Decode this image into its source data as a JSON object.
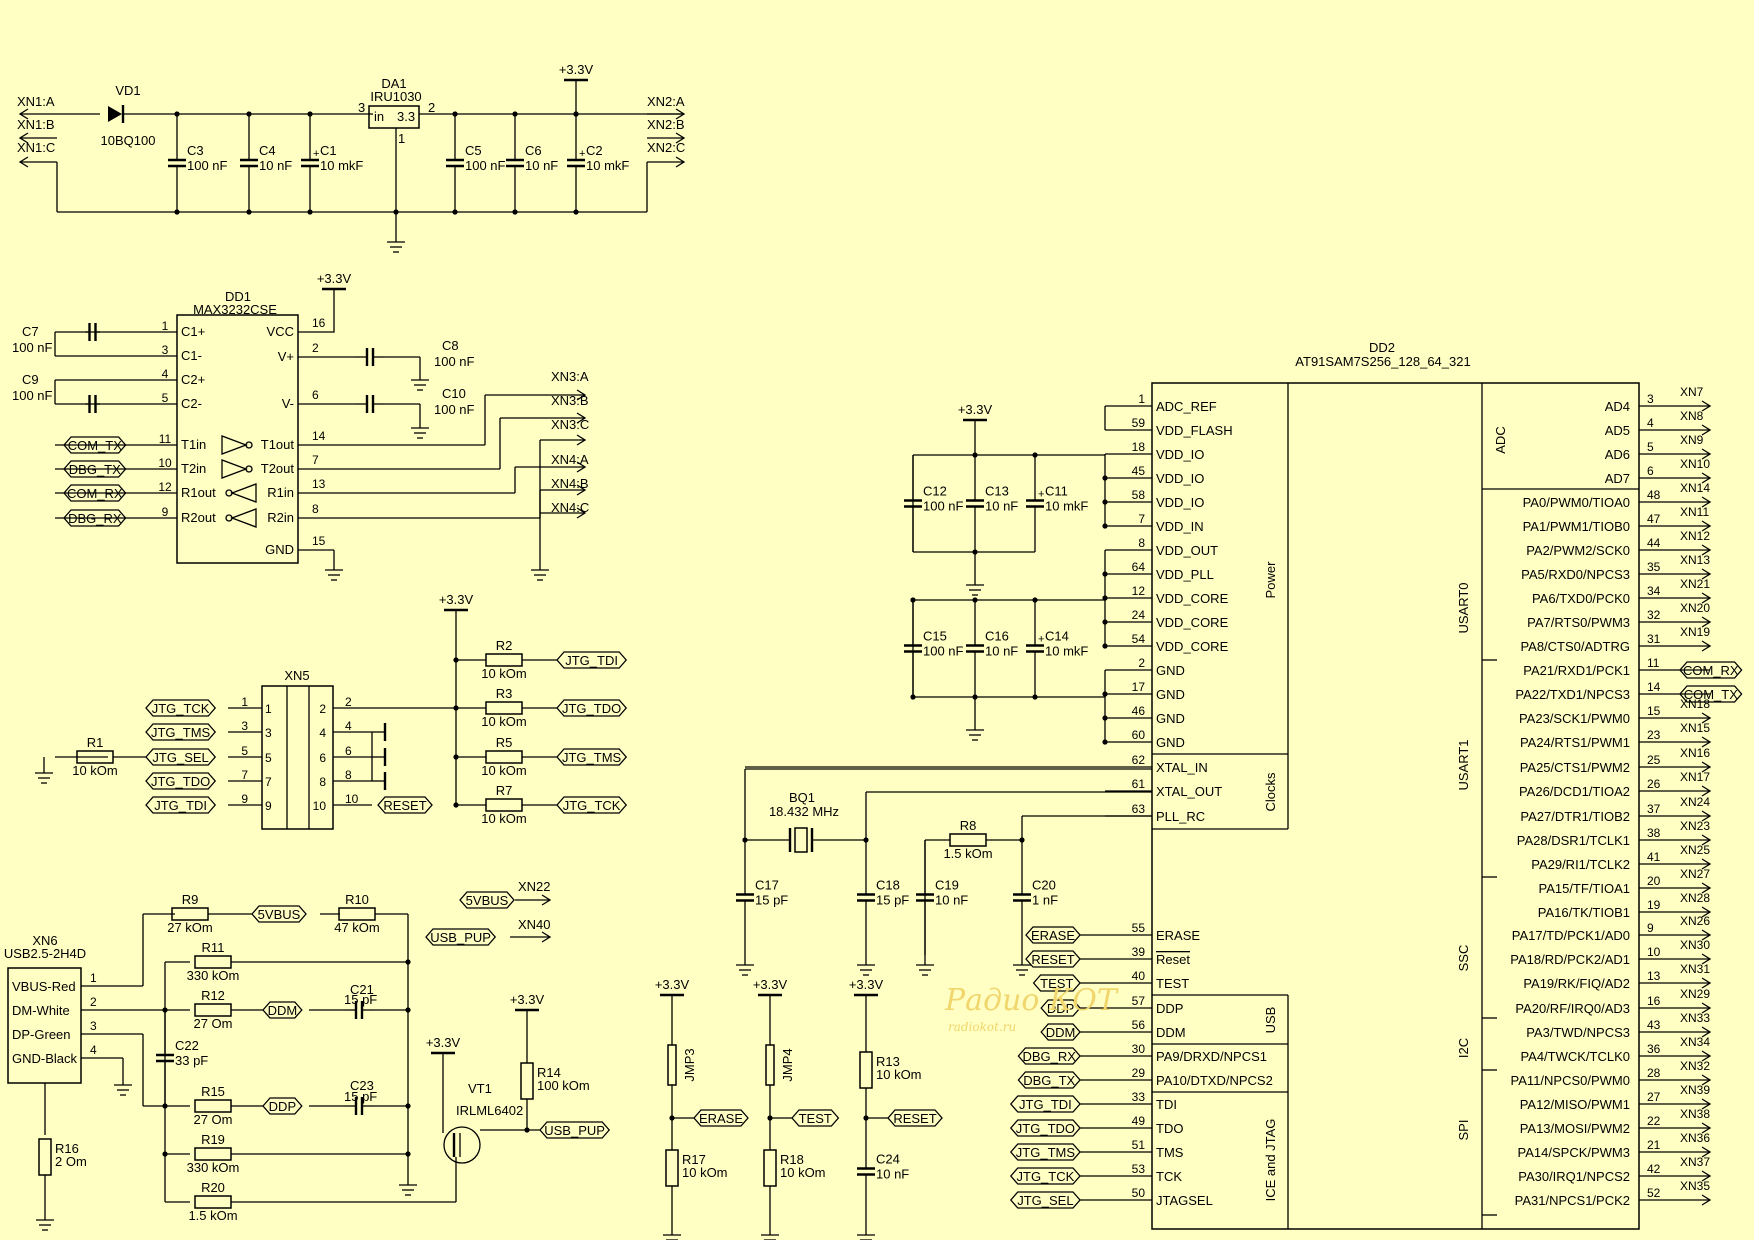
{
  "watermark": {
    "logo": "Радио КОТ",
    "site": "radiokot.ru"
  },
  "power": {
    "rails": [
      "+3.3V"
    ],
    "connectors_in": [
      "XN1:A",
      "XN1:B",
      "XN1:C"
    ],
    "connectors_out": [
      "XN2:A",
      "XN2:B",
      "XN2:C"
    ],
    "VD1": {
      "ref": "VD1",
      "value": "10BQ100"
    },
    "DA1": {
      "ref": "DA1",
      "value": "IRU1030",
      "pins": {
        "in": "in",
        "out": "3.3",
        "p_in": "3",
        "p_out": "2",
        "p_gnd": "1"
      }
    },
    "caps": [
      {
        "ref": "C3",
        "value": "100 nF"
      },
      {
        "ref": "C4",
        "value": "10 nF"
      },
      {
        "ref": "C1",
        "value": "10 mkF"
      },
      {
        "ref": "C5",
        "value": "100 nF"
      },
      {
        "ref": "C6",
        "value": "10 nF"
      },
      {
        "ref": "C2",
        "value": "10 mkF"
      }
    ]
  },
  "dd1": {
    "ref": "DD1",
    "value": "MAX3232CSE",
    "left_pins": [
      {
        "num": "1",
        "name": "C1+"
      },
      {
        "num": "3",
        "name": "C1-"
      },
      {
        "num": "4",
        "name": "C2+"
      },
      {
        "num": "5",
        "name": "C2-"
      },
      {
        "num": "11",
        "name": "T1in"
      },
      {
        "num": "10",
        "name": "T2in"
      },
      {
        "num": "12",
        "name": "R1out"
      },
      {
        "num": "9",
        "name": "R2out"
      }
    ],
    "right_pins": [
      {
        "num": "16",
        "name": "VCC"
      },
      {
        "num": "2",
        "name": "V+"
      },
      {
        "num": "6",
        "name": "V-"
      },
      {
        "num": "14",
        "name": "T1out"
      },
      {
        "num": "7",
        "name": "T2out"
      },
      {
        "num": "13",
        "name": "R1in"
      },
      {
        "num": "8",
        "name": "R2in"
      },
      {
        "num": "15",
        "name": "GND"
      }
    ],
    "caps": [
      {
        "ref": "C7",
        "value": "100 nF"
      },
      {
        "ref": "C9",
        "value": "100 nF"
      },
      {
        "ref": "C8",
        "value": "100 nF"
      },
      {
        "ref": "C10",
        "value": "100 nF"
      }
    ],
    "net_labels": [
      "COM_TX",
      "DBG_TX",
      "COM_RX",
      "DBG_RX"
    ],
    "connectors": [
      "XN3:A",
      "XN3:B",
      "XN3:C",
      "XN4:A",
      "XN4:B",
      "XN4:C"
    ]
  },
  "jtag": {
    "ref": "XN5",
    "left_pins": [
      {
        "num": "1",
        "net": "JTG_TCK"
      },
      {
        "num": "3",
        "net": "JTG_TMS"
      },
      {
        "num": "5",
        "net": "JTG_SEL"
      },
      {
        "num": "7",
        "net": "JTG_TDO"
      },
      {
        "num": "9",
        "net": "JTG_TDI"
      }
    ],
    "right_pins": [
      "2",
      "4",
      "6",
      "8",
      "10"
    ],
    "reset_label": "RESET",
    "R1": {
      "ref": "R1",
      "value": "10 kOm"
    },
    "pullups": [
      {
        "ref": "R2",
        "value": "10 kOm",
        "net": "JTG_TDI"
      },
      {
        "ref": "R3",
        "value": "10 kOm",
        "net": "JTG_TDO"
      },
      {
        "ref": "R5",
        "value": "10 kOm",
        "net": "JTG_TMS"
      },
      {
        "ref": "R7",
        "value": "10 kOm",
        "net": "JTG_TCK"
      }
    ]
  },
  "usb": {
    "ref": "XN6",
    "value": "USB2.5-2H4D",
    "pins": [
      {
        "num": "1",
        "name": "VBUS-Red"
      },
      {
        "num": "2",
        "name": "DM-White"
      },
      {
        "num": "3",
        "name": "DP-Green"
      },
      {
        "num": "4",
        "name": "GND-Black"
      }
    ],
    "resistors": [
      {
        "ref": "R9",
        "value": "27 kOm"
      },
      {
        "ref": "R10",
        "value": "47 kOm"
      },
      {
        "ref": "R11",
        "value": "330 kOm"
      },
      {
        "ref": "R12",
        "value": "27 Om"
      },
      {
        "ref": "R15",
        "value": "27 Om"
      },
      {
        "ref": "R19",
        "value": "330 kOm"
      },
      {
        "ref": "R20",
        "value": "1.5 kOm"
      },
      {
        "ref": "R16",
        "value": "2 Om"
      },
      {
        "ref": "R14",
        "value": "100 kOm"
      }
    ],
    "caps": [
      {
        "ref": "C21",
        "value": "15 pF"
      },
      {
        "ref": "C23",
        "value": "15 pF"
      },
      {
        "ref": "C22",
        "value": "33 pF"
      }
    ],
    "nets": {
      "vbus": "5VBUS",
      "ddm": "DDM",
      "ddp": "DDP",
      "pup": "USB_PUP"
    },
    "connectors": [
      "XN22",
      "XN40"
    ],
    "VT1": {
      "ref": "VT1",
      "value": "IRLML6402"
    }
  },
  "bottom": {
    "jumpers": [
      {
        "ref": "JMP3",
        "net": "ERASE",
        "r": "R17",
        "rv": "10 kOm"
      },
      {
        "ref": "JMP4",
        "net": "TEST",
        "r": "R18",
        "rv": "10 kOm"
      }
    ],
    "reset": {
      "r": "R13",
      "rv": "10 kOm",
      "c": "C24",
      "cv": "10 nF",
      "net": "RESET"
    }
  },
  "clock": {
    "BQ1": {
      "ref": "BQ1",
      "value": "18.432 MHz"
    },
    "R8": {
      "ref": "R8",
      "value": "1.5 kOm"
    },
    "caps": [
      {
        "ref": "C17",
        "value": "15 pF"
      },
      {
        "ref": "C18",
        "value": "15 pF"
      },
      {
        "ref": "C19",
        "value": "10 nF"
      },
      {
        "ref": "C20",
        "value": "1 nF"
      }
    ],
    "decoupling": [
      {
        "ref": "C12",
        "value": "100 nF"
      },
      {
        "ref": "C13",
        "value": "10 nF"
      },
      {
        "ref": "C11",
        "value": "10 mkF"
      },
      {
        "ref": "C15",
        "value": "100 nF"
      },
      {
        "ref": "C16",
        "value": "10 nF"
      },
      {
        "ref": "C14",
        "value": "10 mkF"
      }
    ]
  },
  "dd2": {
    "ref": "DD2",
    "value": "AT91SAM7S256_128_64_321",
    "left_pins": [
      {
        "num": "1",
        "name": "ADC_REF"
      },
      {
        "num": "59",
        "name": "VDD_FLASH"
      },
      {
        "num": "18",
        "name": "VDD_IO"
      },
      {
        "num": "45",
        "name": "VDD_IO"
      },
      {
        "num": "58",
        "name": "VDD_IO"
      },
      {
        "num": "7",
        "name": "VDD_IN"
      },
      {
        "num": "8",
        "name": "VDD_OUT"
      },
      {
        "num": "64",
        "name": "VDD_PLL"
      },
      {
        "num": "12",
        "name": "VDD_CORE"
      },
      {
        "num": "24",
        "name": "VDD_CORE"
      },
      {
        "num": "54",
        "name": "VDD_CORE"
      },
      {
        "num": "2",
        "name": "GND"
      },
      {
        "num": "17",
        "name": "GND"
      },
      {
        "num": "46",
        "name": "GND"
      },
      {
        "num": "60",
        "name": "GND"
      },
      {
        "num": "62",
        "name": "XTAL_IN"
      },
      {
        "num": "61",
        "name": "XTAL_OUT"
      },
      {
        "num": "63",
        "name": "PLL_RC"
      },
      {
        "num": "55",
        "name": "ERASE",
        "net": "ERASE"
      },
      {
        "num": "39",
        "name": "Reset",
        "net": "RESET"
      },
      {
        "num": "40",
        "name": "TEST",
        "net": "TEST"
      },
      {
        "num": "57",
        "name": "DDP",
        "net": "DDP"
      },
      {
        "num": "56",
        "name": "DDM",
        "net": "DDM"
      },
      {
        "num": "30",
        "name": "PA9/DRXD/NPCS1",
        "net": "DBG_RX"
      },
      {
        "num": "29",
        "name": "PA10/DTXD/NPCS2",
        "net": "DBG_TX"
      },
      {
        "num": "33",
        "name": "TDI",
        "net": "JTG_TDI"
      },
      {
        "num": "49",
        "name": "TDO",
        "net": "JTG_TDO"
      },
      {
        "num": "51",
        "name": "TMS",
        "net": "JTG_TMS"
      },
      {
        "num": "53",
        "name": "TCK",
        "net": "JTG_TCK"
      },
      {
        "num": "50",
        "name": "JTAGSEL",
        "net": "JTG_SEL"
      }
    ],
    "right_pins": [
      {
        "num": "3",
        "name": "AD4",
        "conn": "XN7"
      },
      {
        "num": "4",
        "name": "AD5",
        "conn": "XN8"
      },
      {
        "num": "5",
        "name": "AD6",
        "conn": "XN9"
      },
      {
        "num": "6",
        "name": "AD7",
        "conn": "XN10"
      },
      {
        "num": "48",
        "name": "PA0/PWM0/TIOA0",
        "conn": "XN14"
      },
      {
        "num": "47",
        "name": "PA1/PWM1/TIOB0",
        "conn": "XN11"
      },
      {
        "num": "44",
        "name": "PA2/PWM2/SCK0",
        "conn": "XN12"
      },
      {
        "num": "35",
        "name": "PA5/RXD0/NPCS3",
        "conn": "XN13"
      },
      {
        "num": "34",
        "name": "PA6/TXD0/PCK0",
        "conn": "XN21"
      },
      {
        "num": "32",
        "name": "PA7/RTS0/PWM3",
        "conn": "XN20"
      },
      {
        "num": "31",
        "name": "PA8/CTS0/ADTRG",
        "conn": "XN19"
      },
      {
        "num": "11",
        "name": "PA21/RXD1/PCK1",
        "net": "COM_RX"
      },
      {
        "num": "14",
        "name": "PA22/TXD1/NPCS3",
        "net": "COM_TX"
      },
      {
        "num": "15",
        "name": "PA23/SCK1/PWM0",
        "conn": "XN18"
      },
      {
        "num": "23",
        "name": "PA24/RTS1/PWM1",
        "conn": "XN15"
      },
      {
        "num": "25",
        "name": "PA25/CTS1/PWM2",
        "conn": "XN16"
      },
      {
        "num": "26",
        "name": "PA26/DCD1/TIOA2",
        "conn": "XN17"
      },
      {
        "num": "37",
        "name": "PA27/DTR1/TIOB2",
        "conn": "XN24"
      },
      {
        "num": "38",
        "name": "PA28/DSR1/TCLK1",
        "conn": "XN23"
      },
      {
        "num": "41",
        "name": "PA29/RI1/TCLK2",
        "conn": "XN25"
      },
      {
        "num": "20",
        "name": "PA15/TF/TIOA1",
        "conn": "XN27"
      },
      {
        "num": "19",
        "name": "PA16/TK/TIOB1",
        "conn": "XN28"
      },
      {
        "num": "9",
        "name": "PA17/TD/PCK1/AD0",
        "conn": "XN26"
      },
      {
        "num": "10",
        "name": "PA18/RD/PCK2/AD1",
        "conn": "XN30"
      },
      {
        "num": "13",
        "name": "PA19/RK/FIQ/AD2",
        "conn": "XN31"
      },
      {
        "num": "16",
        "name": "PA20/RF/IRQ0/AD3",
        "conn": "XN29"
      },
      {
        "num": "43",
        "name": "PA3/TWD/NPCS3",
        "conn": "XN33"
      },
      {
        "num": "36",
        "name": "PA4/TWCK/TCLK0",
        "conn": "XN34"
      },
      {
        "num": "28",
        "name": "PA11/NPCS0/PWM0",
        "conn": "XN32"
      },
      {
        "num": "27",
        "name": "PA12/MISO/PWM1",
        "conn": "XN39"
      },
      {
        "num": "22",
        "name": "PA13/MOSI/PWM2",
        "conn": "XN38"
      },
      {
        "num": "21",
        "name": "PA14/SPCK/PWM3",
        "conn": "XN36"
      },
      {
        "num": "42",
        "name": "PA30/IRQ1/NPCS2",
        "conn": "XN37"
      },
      {
        "num": "52",
        "name": "PA31/NPCS1/PCK2",
        "conn": "XN35"
      }
    ],
    "groups_left": [
      "Power",
      "Clocks",
      "USB",
      "ICE and JTAG"
    ],
    "groups_right": [
      "ADC",
      "USART0",
      "USART1",
      "SSC",
      "I2C",
      "SPI"
    ]
  }
}
